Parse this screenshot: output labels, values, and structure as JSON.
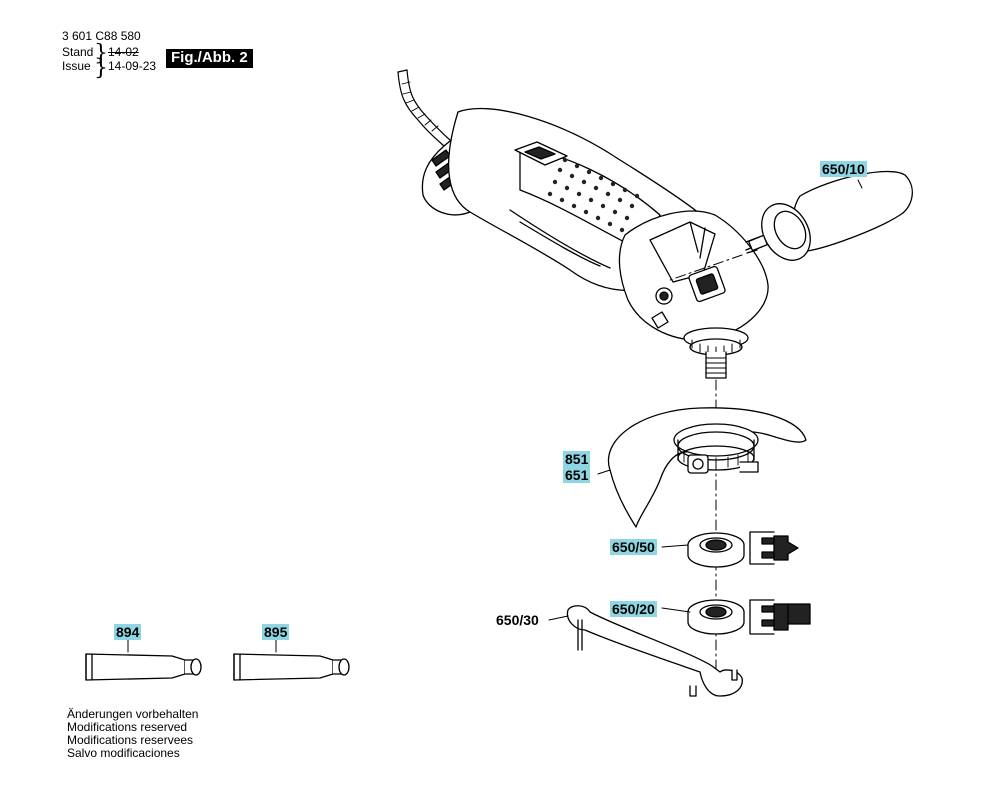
{
  "header": {
    "part_number": "3 601 C88 580",
    "stand_label": "Stand",
    "issue_label": "Issue",
    "old_date": "14-02",
    "new_date": "14-09-23",
    "figure_label": "Fig./Abb. 2"
  },
  "callouts": {
    "handle": "650/10",
    "guard_a": "851",
    "guard_b": "651",
    "clamp_nut": "650/50",
    "flange": "650/20",
    "spanner": "650/30",
    "tube_a": "894",
    "tube_b": "895"
  },
  "notice": {
    "de": "Änderungen vorbehalten",
    "en": "Modifications reserved",
    "fr": "Modifications reservees",
    "es": "Salvo modificaciones"
  },
  "colors": {
    "callout_bg": "#8fd6e4",
    "ink": "#000000"
  }
}
